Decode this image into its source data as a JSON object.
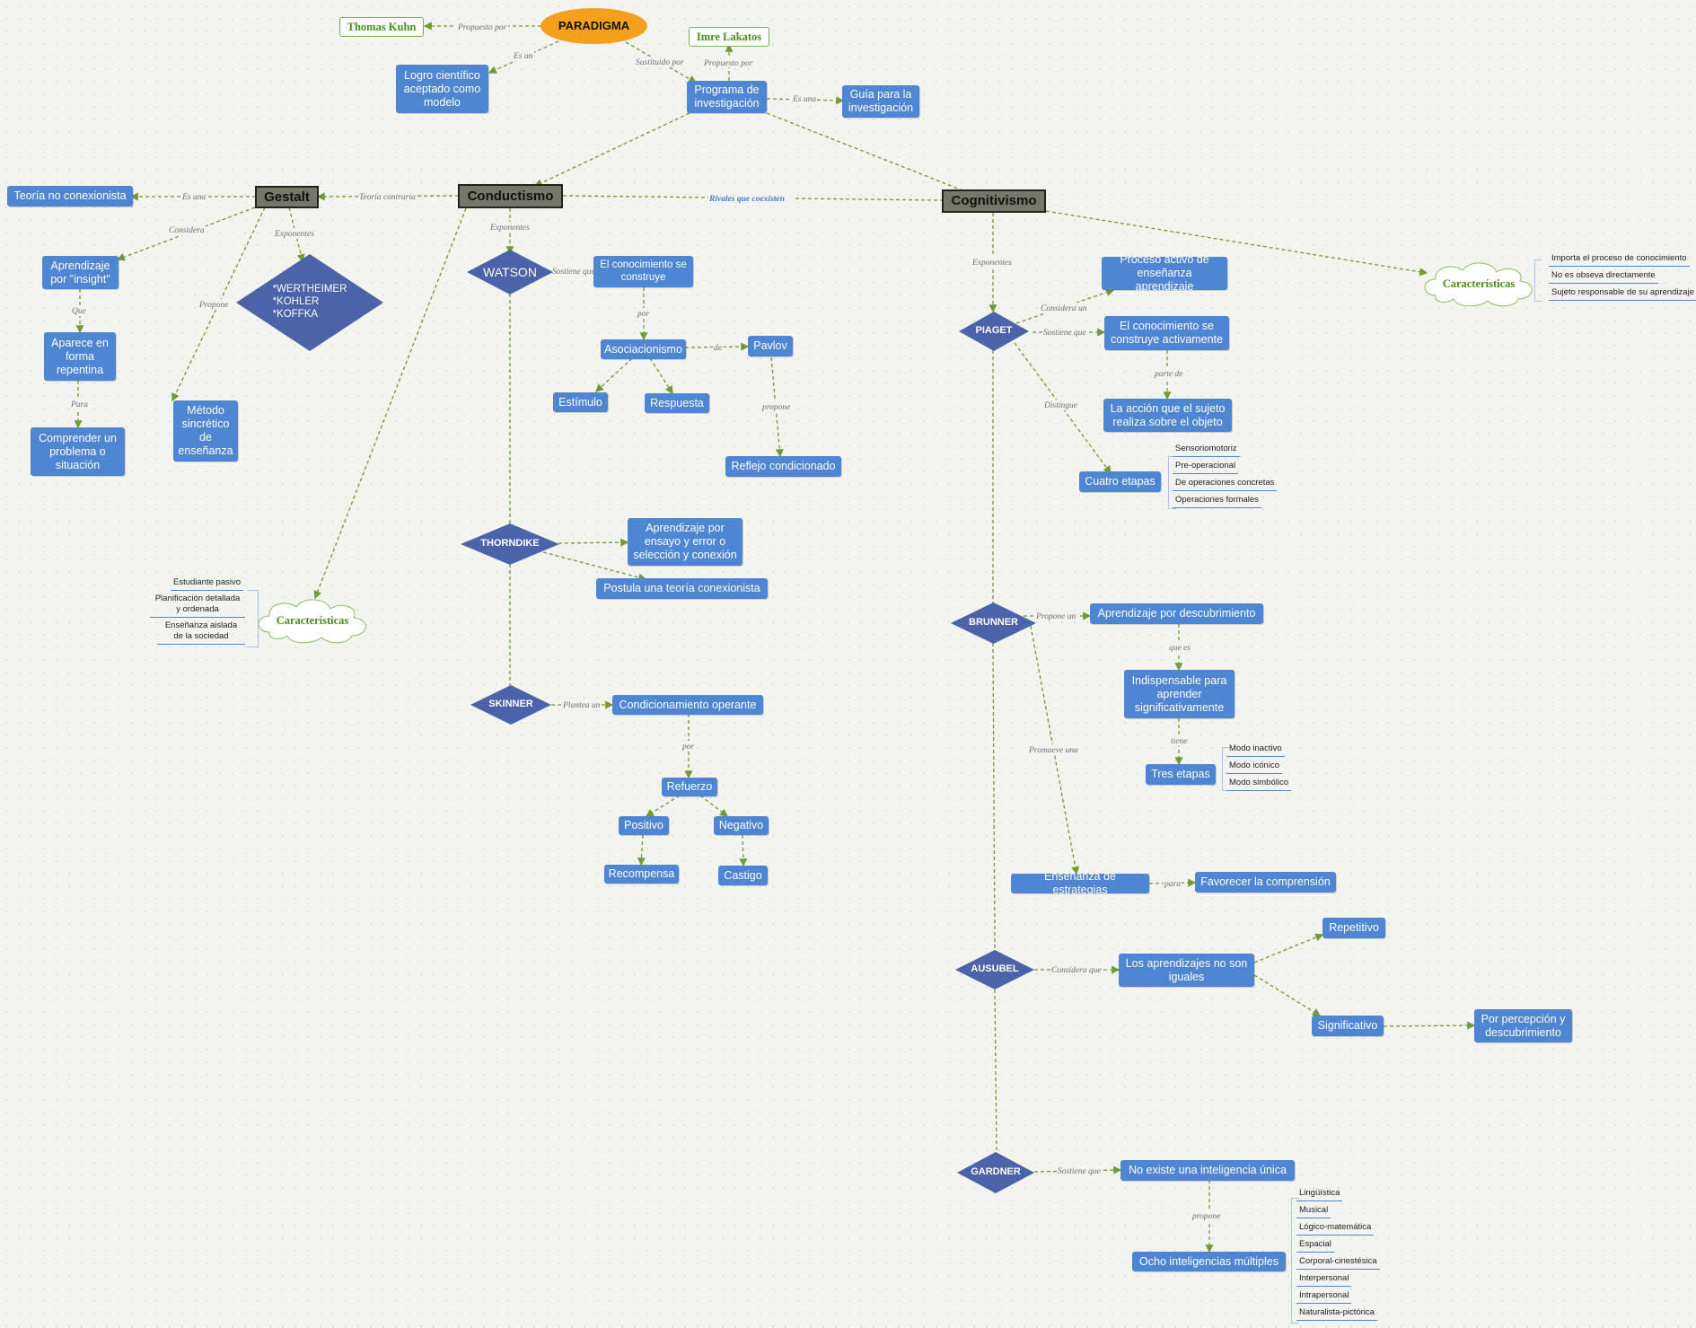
{
  "nodes": {
    "paradigma": "PARADIGMA",
    "thomas_kuhn": "Thomas Kuhn",
    "imre_lakatos": "Imre Lakatos",
    "logro": "Logro científico aceptado como modelo",
    "programa": "Programa de investigación",
    "guia": "Guía para la investigación",
    "gestalt": "Gestalt",
    "conductismo": "Conductismo",
    "cognitivismo": "Cognitivismo",
    "teoria_no_conexionista": "Teoría no conexionista",
    "insight": "Aprendizaje por \"insight\"",
    "aparece": "Aparece en forma repentina",
    "comprender": "Comprender un problema o situación",
    "metodo": "Método sincrético de enseñanza",
    "exponentes_gestalt": "*WERTHEIMER\n*KOHLER\n*KOFFKA",
    "caracteristicas_cond": "Características",
    "caracteristicas_cog": "Características",
    "watson": "WATSON",
    "conocimiento_construye": "El conocimiento se construye",
    "asociacionismo": "Asociacionismo",
    "pavlov": "Pavlov",
    "estimulo": "Estímulo",
    "respuesta": "Respuesta",
    "reflejo": "Reflejo condicionado",
    "thorndike": "THORNDIKE",
    "ensayo_error": "Aprendizaje por ensayo y error o selección y conexión",
    "postula": "Postula una teoría conexionista",
    "skinner": "SKINNER",
    "condicionamiento": "Condicionamiento operante",
    "refuerzo": "Refuerzo",
    "positivo": "Positivo",
    "negativo": "Negativo",
    "recompensa": "Recompensa",
    "castigo": "Castigo",
    "piaget": "PIAGET",
    "proceso_activo": "Proceso activo de enseñanza aprendizaje",
    "conocimiento_activamente": "El conocimiento se construye activamente",
    "accion_sujeto": "La acción que el sujeto realiza sobre el objeto",
    "cuatro_etapas": "Cuatro etapas",
    "brunner": "BRUNNER",
    "aprendizaje_descubrimiento": "Aprendizaje por descubrimiento",
    "indispensable": "Indispensable para aprender significativamente",
    "tres_etapas": "Tres etapas",
    "estrategias": "Enseñanza de estrategias",
    "favorecer": "Favorecer la comprensión",
    "ausubel": "AUSUBEL",
    "no_iguales": "Los aprendizajes no son iguales",
    "repetitivo": "Repetitivo",
    "significativo": "Significativo",
    "percepcion": "Por percepción y descubrimiento",
    "gardner": "GARDNER",
    "no_existe": "No existe una inteligencia única",
    "ocho": "Ocho inteligencias múltiples"
  },
  "leaves": {
    "cond_caracteristicas": [
      "Estudiante pasivo",
      "Planificación detallada y ordenada",
      "Enseñanza aislada de la sociedad"
    ],
    "cog_caracteristicas": [
      "Importa el proceso de conocimiento",
      "No es obseva directamente",
      "Sujeto responsable de su aprendizaje"
    ],
    "piaget_etapas": [
      "Sensoriomotoriz",
      "Pre-operacional",
      "De operaciones concretas",
      "Operaciones formales"
    ],
    "brunner_etapas": [
      "Modo inactivo",
      "Modo icónico",
      "Modo simbólico"
    ],
    "inteligencias": [
      "Lingüística",
      "Musical",
      "Lógico-matemática",
      "Espacial",
      "Corporal-cinestésica",
      "Interpersonal",
      "Intrapersonal",
      "Naturalista-pictórica"
    ]
  },
  "edge_labels": {
    "propuesto_por": "Propuesto por",
    "es_un": "Es un",
    "sustituido_por": "Sustituido por",
    "propuesto_por_2": "Propuesto por",
    "es_una_guia": "Es una",
    "es_una_gestalt": "Es una",
    "teoria_contraria": "Teoría contraria",
    "rivales": "Rivales que coexisten",
    "considera": "Considera",
    "exponentes_g": "Exponentes",
    "propone_g": "Propone",
    "que": "Que",
    "para": "Para",
    "exponentes_c": "Exponentes",
    "sostiene_que_w": "Sostiene que",
    "por": "por",
    "de": "de",
    "propone_p": "propone",
    "plantea_un": "Plantea un",
    "por_s": "por",
    "exponentes_cog": "Exponentes",
    "considera_un": "Considera un",
    "sostiene_que_p": "Sostiene que",
    "parte_de": "parte de",
    "distingue": "Distingue",
    "propone_un": "Propone un",
    "que_es": "que es",
    "tiene": "tiene",
    "promueve_una": "Promueve una",
    "para_b": "para",
    "considera_que": "Considera que",
    "sostiene_que_g": "Sostiene que",
    "propone_gard": "propone"
  }
}
